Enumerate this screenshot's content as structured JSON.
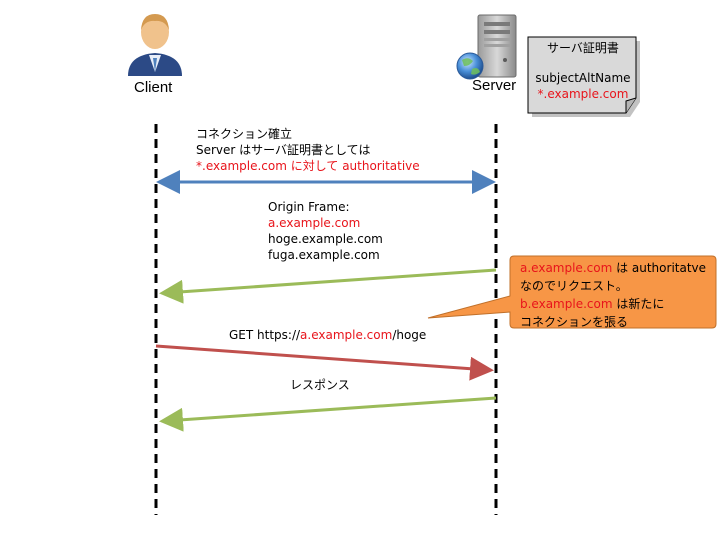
{
  "actors": {
    "client": "Client",
    "server": "Server"
  },
  "certificate": {
    "title": "サーバ証明書",
    "field": "subjectAltName",
    "value": "*.example.com"
  },
  "messages": {
    "connection": {
      "line1": "コネクション確立",
      "line2": "Server はサーバ証明書としては",
      "line3_red": "*.example.com",
      "line3_rest": " に対して authoritative"
    },
    "origin_frame": {
      "title": "Origin Frame:",
      "entries": [
        "a.example.com",
        "hoge.example.com",
        "fuga.example.com"
      ]
    },
    "get_request": {
      "prefix": "GET https://",
      "host": "a.example.com",
      "path": "/hoge"
    },
    "response": "レスポンス"
  },
  "callout": {
    "l1_red": "a.example.com",
    "l1_rest": " は authoritatve",
    "l2": "なのでリクエスト。",
    "l3_red": "b.example.com",
    "l3_rest": " は新たに",
    "l4": "コネクションを張る"
  },
  "colors": {
    "connection_arrow": "#4f81bd",
    "frame_arrow": "#9bbb59",
    "request_arrow": "#c0504d",
    "response_arrow": "#9bbb59",
    "callout_fill": "#f79646",
    "highlight_text": "#e8141b",
    "certificate_fill": "#d9d9d9"
  },
  "icons": {
    "client": "user-icon",
    "server": "server-tower-icon",
    "globe": "globe-icon",
    "certificate": "document-icon"
  }
}
